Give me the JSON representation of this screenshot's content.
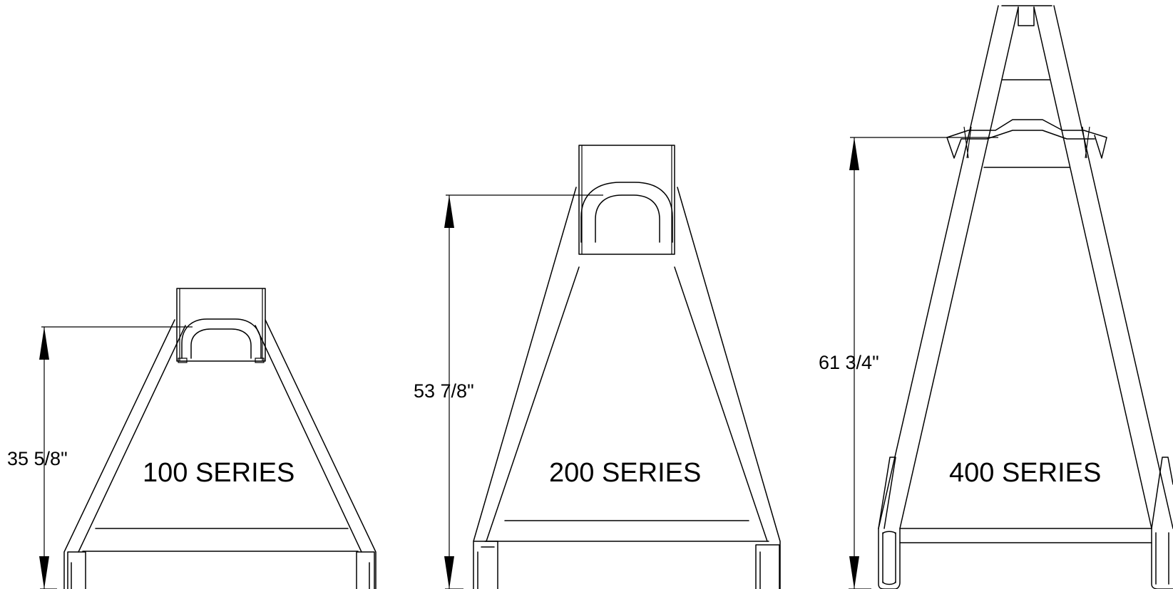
{
  "colors": {
    "line": "#000000",
    "background": "#ffffff"
  },
  "frames": [
    {
      "series_label": "100 SERIES",
      "height_dimension": "35 5/8\""
    },
    {
      "series_label": "200 SERIES",
      "height_dimension": "53 7/8\""
    },
    {
      "series_label": "400 SERIES",
      "height_dimension": "61 3/4\""
    }
  ]
}
